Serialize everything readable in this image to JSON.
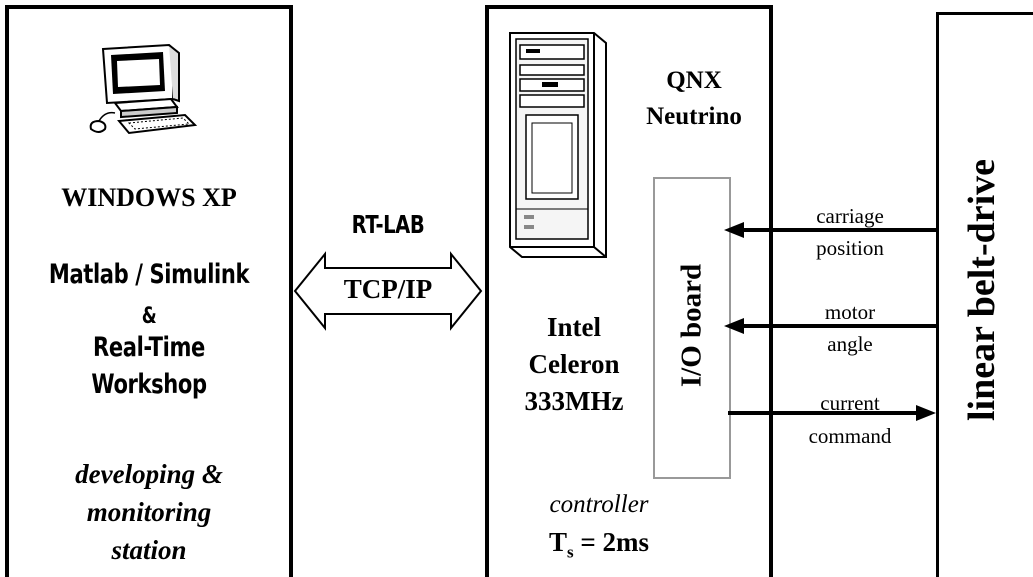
{
  "left_box": {
    "os": "WINDOWS XP",
    "software_line1": "Matlab / Simulink",
    "software_amp": "&",
    "software_line2": "Real-Time",
    "software_line3": "Workshop",
    "role_line1": "developing &",
    "role_line2": "monitoring",
    "role_line3": "station",
    "icon": "desktop-computer-icon"
  },
  "link": {
    "top_label": "RT-LAB",
    "arrow_label": "TCP/IP"
  },
  "middle_box": {
    "os_line1": "QNX",
    "os_line2": "Neutrino",
    "cpu_line1": "Intel",
    "cpu_line2": "Celeron",
    "cpu_line3": "333MHz",
    "io_board": "I/O board",
    "role": "controller",
    "ts_main": "T",
    "ts_sub": "s",
    "ts_value": " = 2ms",
    "icon": "server-tower-icon"
  },
  "signals": [
    {
      "line1": "carriage",
      "line2": "position",
      "direction": "to-io"
    },
    {
      "line1": "motor",
      "line2": "angle",
      "direction": "to-io"
    },
    {
      "line1": "current",
      "line2": "command",
      "direction": "to-drive"
    }
  ],
  "right_box": {
    "label": "linear belt-drive"
  }
}
